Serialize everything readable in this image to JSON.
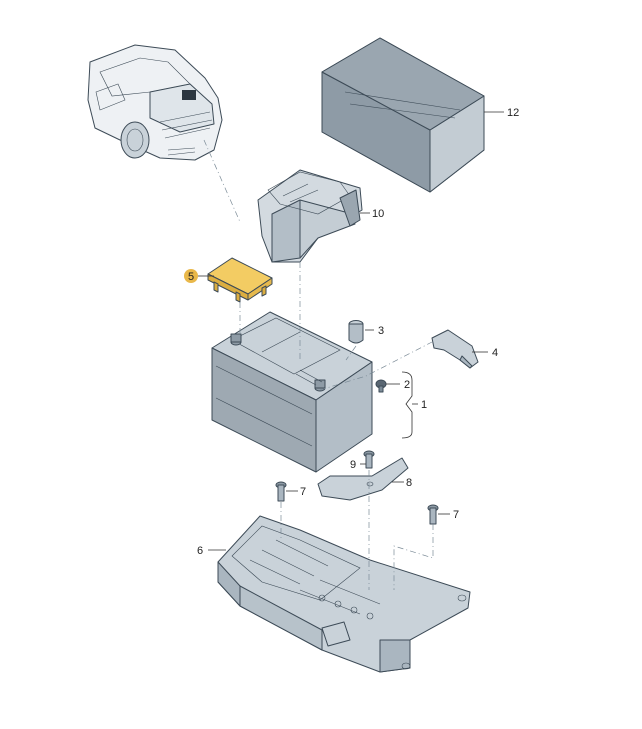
{
  "callouts": {
    "c1": "1",
    "c2": "2",
    "c3": "3",
    "c4": "4",
    "c5": "5",
    "c6": "6",
    "c7a": "7",
    "c7b": "7",
    "c8": "8",
    "c9": "9",
    "c10": "10",
    "c12": "12"
  },
  "colors": {
    "part_fill": "#d6dde3",
    "part_shade": "#aab6c0",
    "part_dark": "#7d8c98",
    "highlight": "#f3cc63",
    "badge": "#e9b84a"
  }
}
